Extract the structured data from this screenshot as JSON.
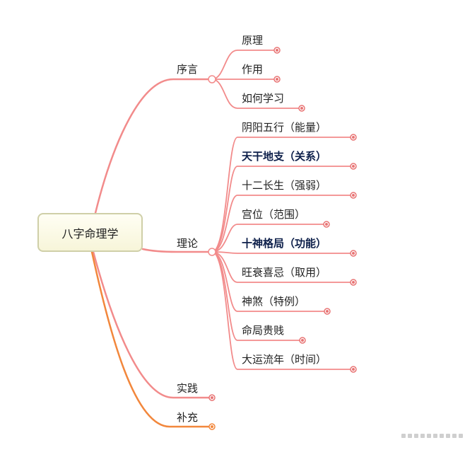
{
  "colors": {
    "link_primary": "#f28b8b",
    "link_secondary": "#f2873c",
    "node_dot": "#e87474",
    "root_border": "#cfcfa8",
    "bold_text": "#0d1f4a"
  },
  "root": {
    "label": "八字命理学"
  },
  "branches": [
    {
      "key": "preface",
      "label": "序言",
      "children": [
        {
          "label": "原理",
          "bold": false
        },
        {
          "label": "作用",
          "bold": false
        },
        {
          "label": "如何学习",
          "bold": false
        }
      ]
    },
    {
      "key": "theory",
      "label": "理论",
      "children": [
        {
          "label": "阴阳五行（能量）",
          "bold": false
        },
        {
          "label": "天干地支（关系）",
          "bold": true
        },
        {
          "label": "十二长生（强弱）",
          "bold": false
        },
        {
          "label": "宫位（范围）",
          "bold": false
        },
        {
          "label": "十神格局（功能）",
          "bold": true
        },
        {
          "label": "旺衰喜忌（取用）",
          "bold": false
        },
        {
          "label": "神煞（特例）",
          "bold": false
        },
        {
          "label": "命局贵贱",
          "bold": false
        },
        {
          "label": "大运流年（时间）",
          "bold": false
        }
      ]
    },
    {
      "key": "practice",
      "label": "实践",
      "children": []
    },
    {
      "key": "supplement",
      "label": "补充",
      "children": []
    }
  ]
}
